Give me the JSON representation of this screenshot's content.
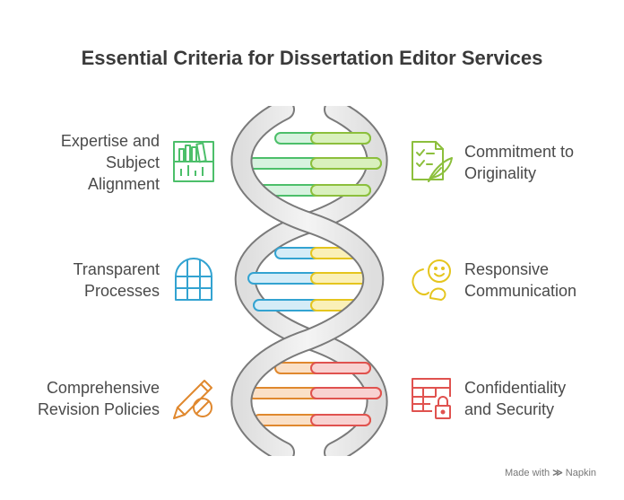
{
  "title": "Essential Criteria for Dissertation Editor Services",
  "items": [
    {
      "lines": [
        "Expertise and",
        "Subject",
        "Alignment"
      ],
      "color": "#4cbf6a",
      "icon": "bookshelf-chart-icon"
    },
    {
      "lines": [
        "Commitment to",
        "Originality"
      ],
      "color": "#8cbf3c",
      "icon": "checklist-quill-icon"
    },
    {
      "lines": [
        "Transparent",
        "Processes"
      ],
      "color": "#33a3d1",
      "icon": "window-icon"
    },
    {
      "lines": [
        "Responsive",
        "Communication"
      ],
      "color": "#e5c51e",
      "icon": "chat-faces-icon"
    },
    {
      "lines": [
        "Comprehensive",
        "Revision Policies"
      ],
      "color": "#e0882e",
      "icon": "pencil-eraser-icon"
    },
    {
      "lines": [
        "Confidentiality",
        "and Security"
      ],
      "color": "#e0524f",
      "icon": "table-lock-icon"
    }
  ],
  "footer": {
    "prefix": "Made with",
    "brand": "Napkin"
  }
}
